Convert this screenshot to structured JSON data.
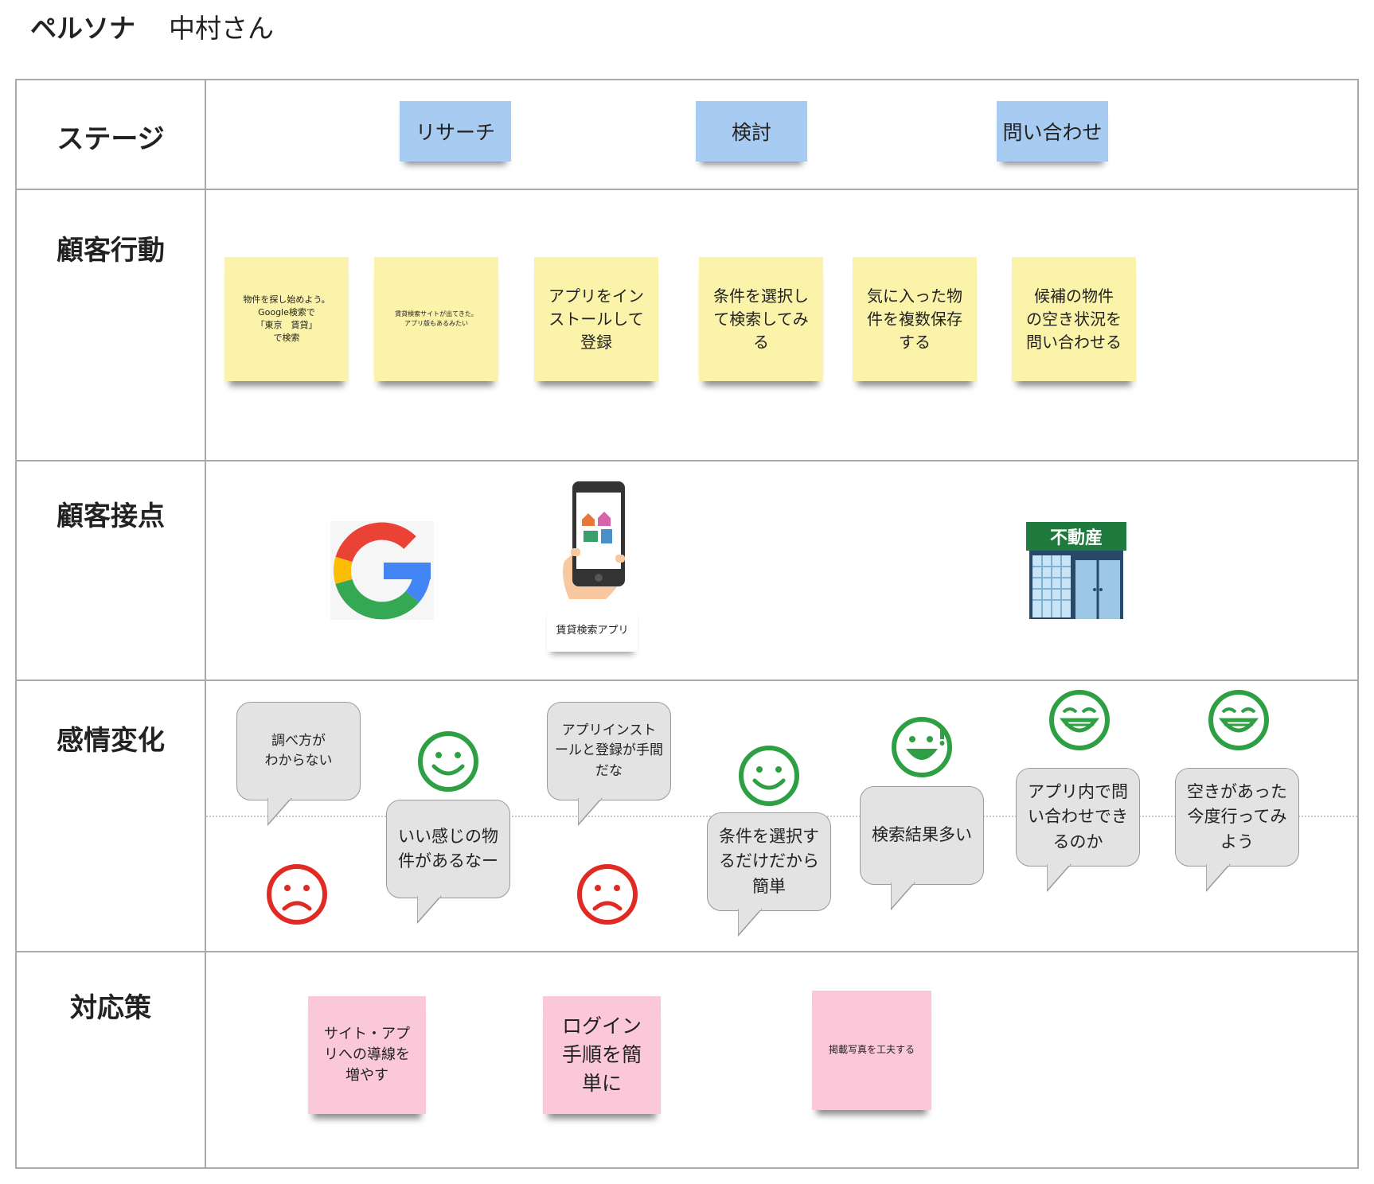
{
  "header": {
    "label": "ペルソナ",
    "persona": "中村さん"
  },
  "rows": {
    "stage": "ステージ",
    "actions": "顧客行動",
    "touchpoints": "顧客接点",
    "emotions": "感情変化",
    "measures": "対応策"
  },
  "stages": [
    "リサーチ",
    "検討",
    "問い合わせ"
  ],
  "actions": [
    "物件を探し始めよう。\nGoogle検索で\n「東京　賃貸」\nで検索",
    "賃貸検索サイトが出てきた。\nアプリ版もあるみたい",
    "アプリをイン\nストールして\n登録",
    "条件を選択し\nて検索してみ\nる",
    "気に入った物\n件を複数保存\nする",
    "候補の物件\nの空き状況を\n問い合わせる"
  ],
  "touchpoints": {
    "google": "google-logo",
    "app_caption": "賃貸検索アプリ",
    "realestate_sign": "不動産"
  },
  "emotions": {
    "bubbles": [
      "調べ方が\nわからない",
      "いい感じの物\n件があるなー",
      "アプリインスト\nールと登録が手間\nだな",
      "条件を選択す\nるだけだから\n簡単",
      "検索結果多い",
      "アプリ内で問\nい合わせでき\nるのか",
      "空きがあった\n今度行ってみ\nよう"
    ],
    "faces": [
      "sad",
      "smile",
      "sad",
      "smile",
      "excited",
      "grin",
      "grin"
    ],
    "colors": {
      "positive": "#2ea043",
      "negative": "#e02b24"
    }
  },
  "measures": [
    "サイト・アプ\nリへの導線を\n増やす",
    "ログイン\n手順を簡\n単に",
    "掲載写真を工夫する"
  ]
}
